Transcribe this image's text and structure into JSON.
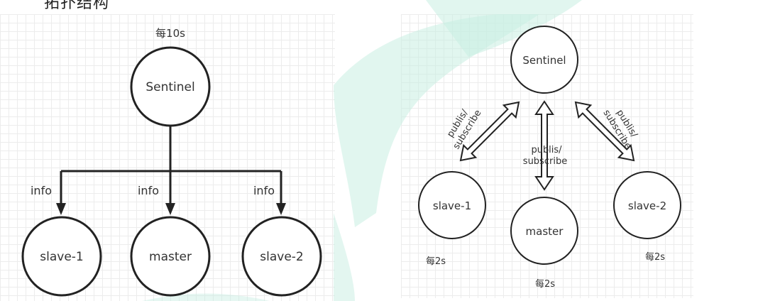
{
  "heading": "拓扑结构",
  "left_diagram": {
    "interval_label": "每10s",
    "sentinel": "Sentinel",
    "nodes": [
      "slave-1",
      "master",
      "slave-2"
    ],
    "edge_label": "info"
  },
  "right_diagram": {
    "sentinel": "Sentinel",
    "nodes": {
      "slave1": "slave-1",
      "master": "master",
      "slave2": "slave-2"
    },
    "channel_label_line1": "publis/",
    "channel_label_line2": "subscribe",
    "interval_label": "每2s"
  },
  "colors": {
    "stroke": "#222222",
    "grid": "#ececec",
    "watermark": "#c8eee2"
  }
}
